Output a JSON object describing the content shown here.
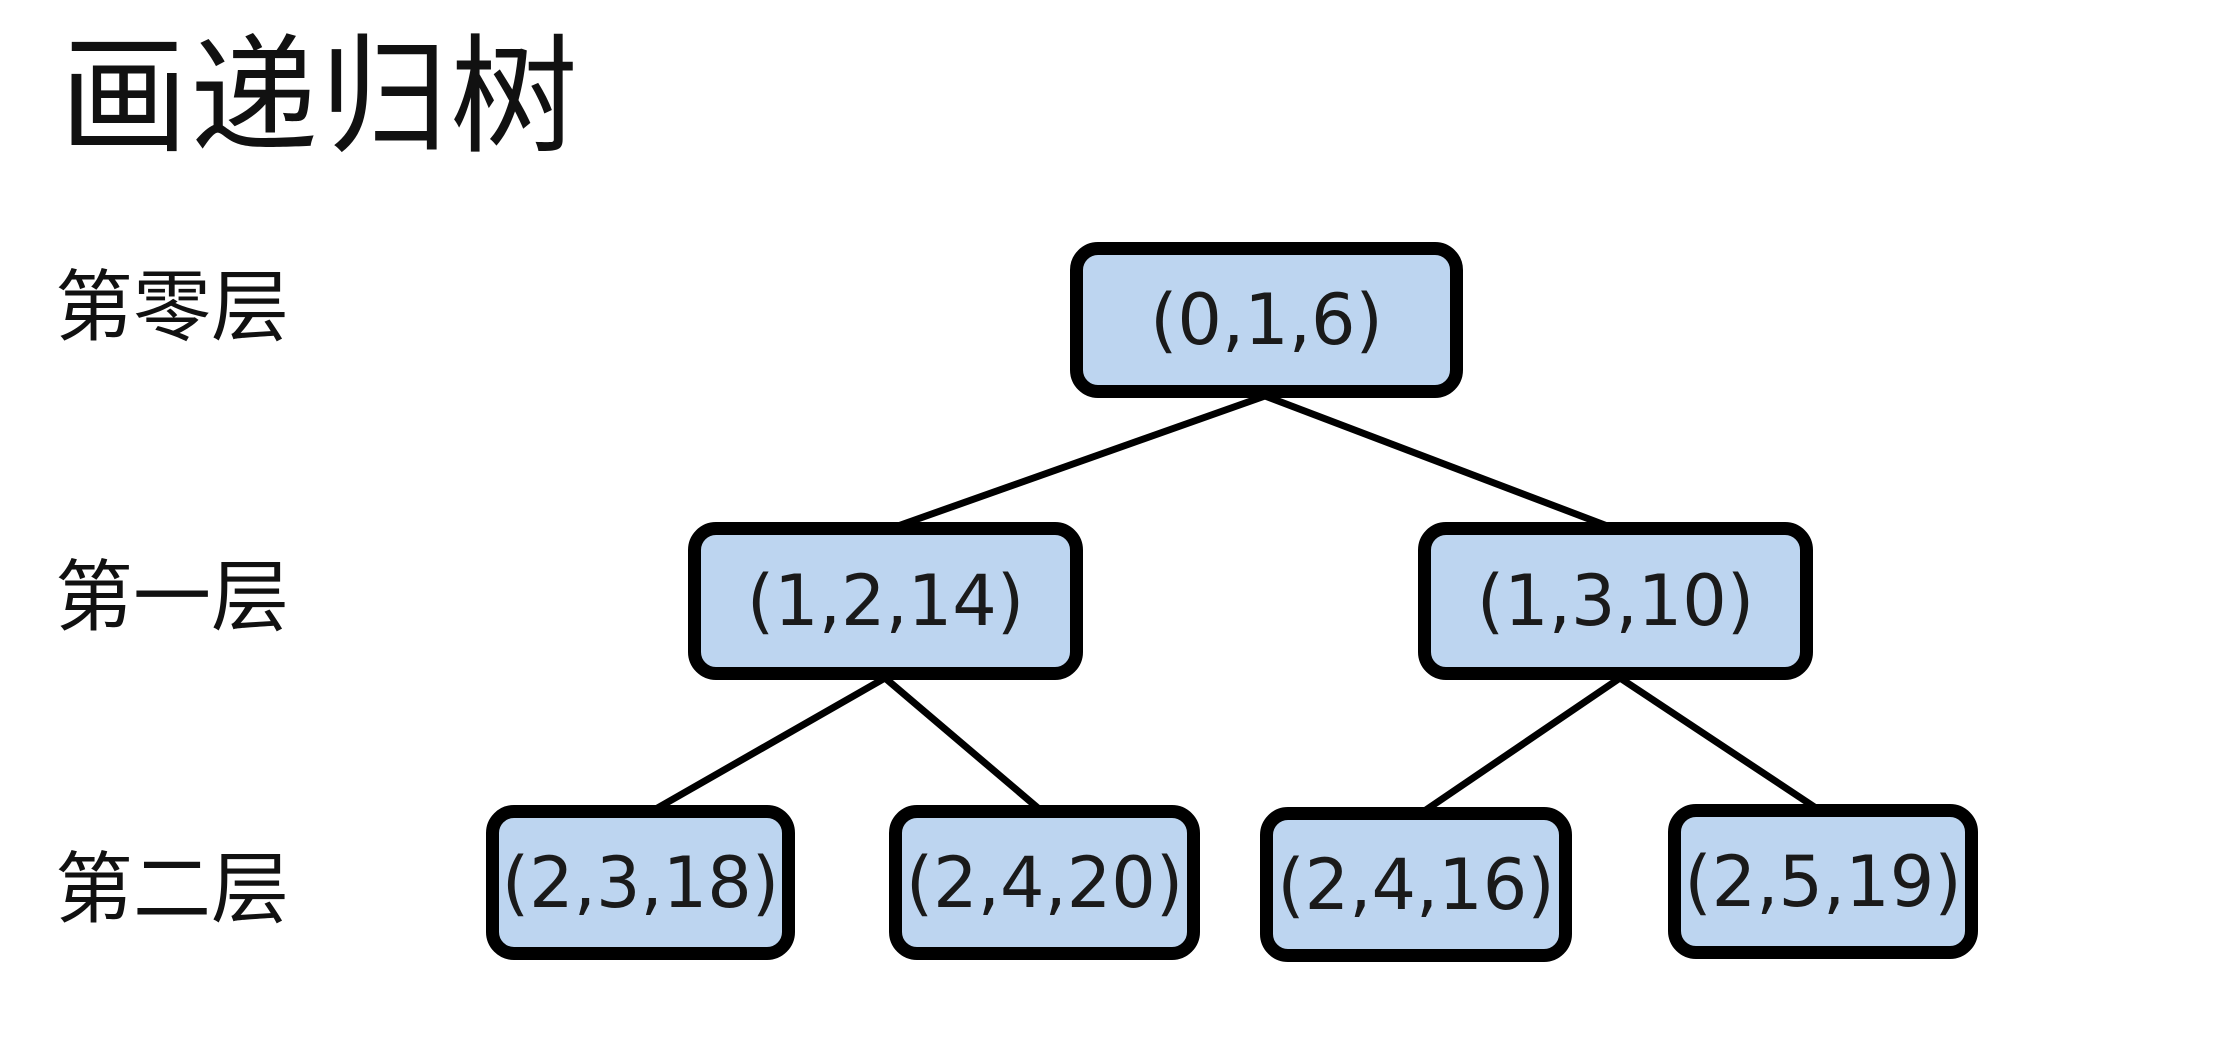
{
  "title": "画递归树",
  "levels": [
    "第零层",
    "第一层",
    "第二层"
  ],
  "colors": {
    "node_fill": "#bdd5f0",
    "node_border": "#000000",
    "edge": "#000000"
  },
  "tree": {
    "root": "(0,1,6)",
    "level1": [
      "(1,2,14)",
      "(1,3,10)"
    ],
    "level2": [
      "(2,3,18)",
      "(2,4,20)",
      "(2,4,16)",
      "(2,5,19)"
    ]
  }
}
